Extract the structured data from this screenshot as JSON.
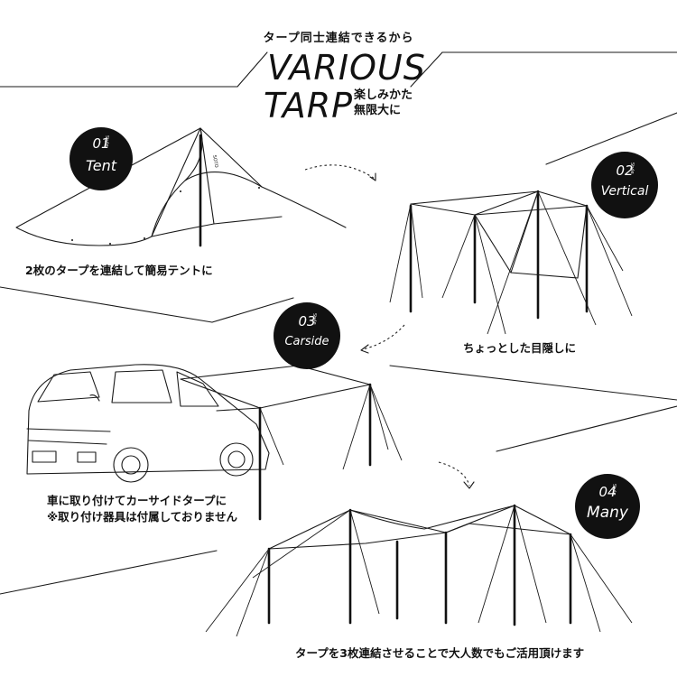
{
  "header": {
    "kicker": "タープ同士連結できるから",
    "line1": "VARIOUS",
    "line2": "TARP",
    "sub1": "楽しみかた",
    "sub2": "無限大に"
  },
  "styles": [
    {
      "num": "01",
      "name": "Tent",
      "style_tag": "Style",
      "caption": "2枚のタープを連結して簡易テントに"
    },
    {
      "num": "02",
      "name": "Vertical",
      "style_tag": "Style",
      "caption": "ちょっとした目隠しに"
    },
    {
      "num": "03",
      "name": "Carside",
      "style_tag": "Style",
      "caption1": "車に取り付けてカーサイドタープに",
      "caption2": "※取り付け器具は付属しておりません"
    },
    {
      "num": "04",
      "name": "Many",
      "style_tag": "Style",
      "caption": "タープを3枚連結させることで大人数でもご活用頂けます"
    }
  ]
}
